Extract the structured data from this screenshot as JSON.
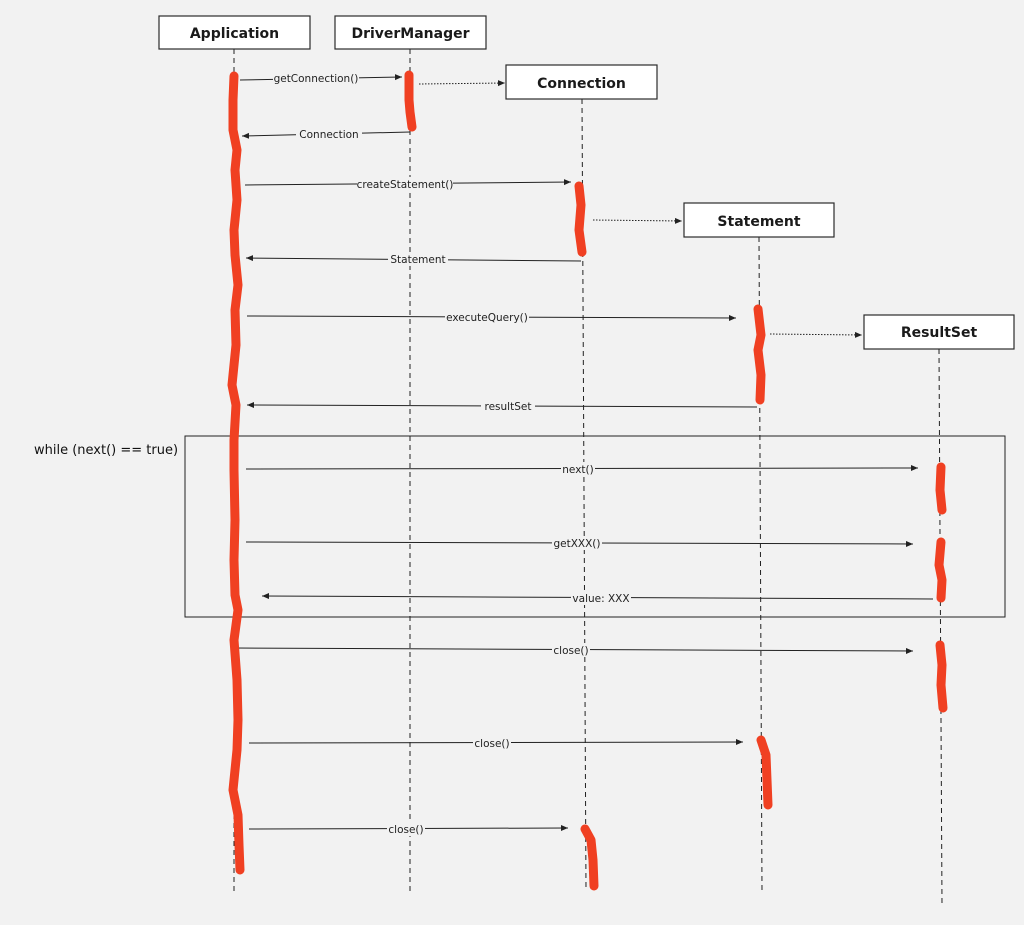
{
  "actors": [
    {
      "id": "app",
      "label": "Application"
    },
    {
      "id": "dm",
      "label": "DriverManager"
    },
    {
      "id": "conn",
      "label": "Connection"
    },
    {
      "id": "stmt",
      "label": "Statement"
    },
    {
      "id": "rs",
      "label": "ResultSet"
    }
  ],
  "messages": [
    {
      "id": "m1",
      "label": "getConnection()"
    },
    {
      "id": "m2",
      "label": "Connection"
    },
    {
      "id": "m3",
      "label": "createStatement()"
    },
    {
      "id": "m4",
      "label": "Statement"
    },
    {
      "id": "m5",
      "label": "executeQuery()"
    },
    {
      "id": "m6",
      "label": "resultSet"
    },
    {
      "id": "m7",
      "label": "next()"
    },
    {
      "id": "m8",
      "label": "getXXX()"
    },
    {
      "id": "m9",
      "label": "value: XXX"
    },
    {
      "id": "m10",
      "label": "close()"
    },
    {
      "id": "m11",
      "label": "close()"
    },
    {
      "id": "m12",
      "label": "close()"
    }
  ],
  "loop": {
    "label": "while (next() == true)"
  },
  "colors": {
    "activation": "#f04022",
    "line": "#222222",
    "background": "#f2f2f2"
  }
}
